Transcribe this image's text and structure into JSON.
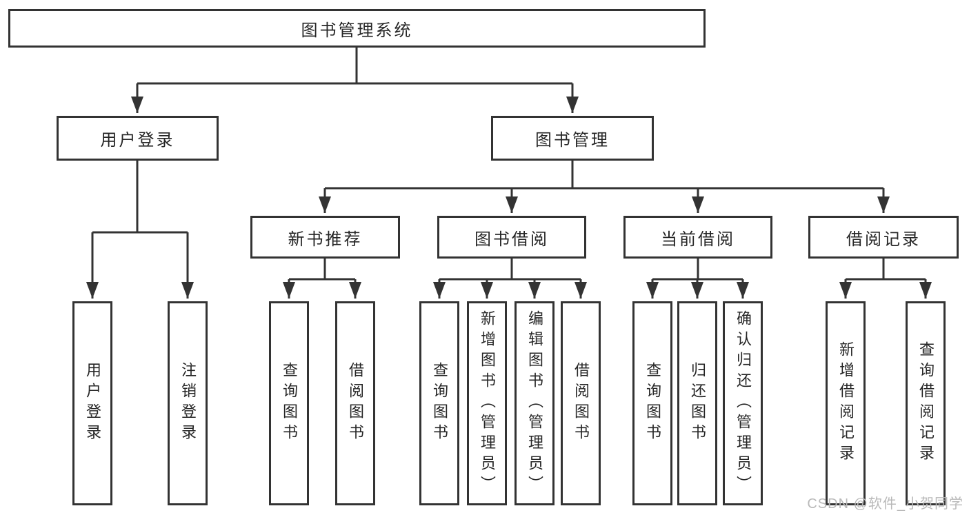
{
  "tree": {
    "root": "图书管理系统",
    "children": [
      {
        "label": "用户登录",
        "children": [
          {
            "label": "用户登录"
          },
          {
            "label": "注销登录"
          }
        ]
      },
      {
        "label": "图书管理",
        "children": [
          {
            "label": "新书推荐",
            "children": [
              {
                "label": "查询图书"
              },
              {
                "label": "借阅图书"
              }
            ]
          },
          {
            "label": "图书借阅",
            "children": [
              {
                "label": "查询图书"
              },
              {
                "label": "新增图书（管理员）"
              },
              {
                "label": "编辑图书（管理员）"
              },
              {
                "label": "借阅图书"
              }
            ]
          },
          {
            "label": "当前借阅",
            "children": [
              {
                "label": "查询图书"
              },
              {
                "label": "归还图书"
              },
              {
                "label": "确认归还（管理员）"
              }
            ]
          },
          {
            "label": "借阅记录",
            "children": [
              {
                "label": "新增借阅记录"
              },
              {
                "label": "查询借阅记录"
              }
            ]
          }
        ]
      }
    ]
  },
  "watermark": "CSDN @软件_小贺同学",
  "colors": {
    "line": "#333333",
    "text": "#262626",
    "watermark": "#b9b9b9",
    "background": "#ffffff"
  }
}
